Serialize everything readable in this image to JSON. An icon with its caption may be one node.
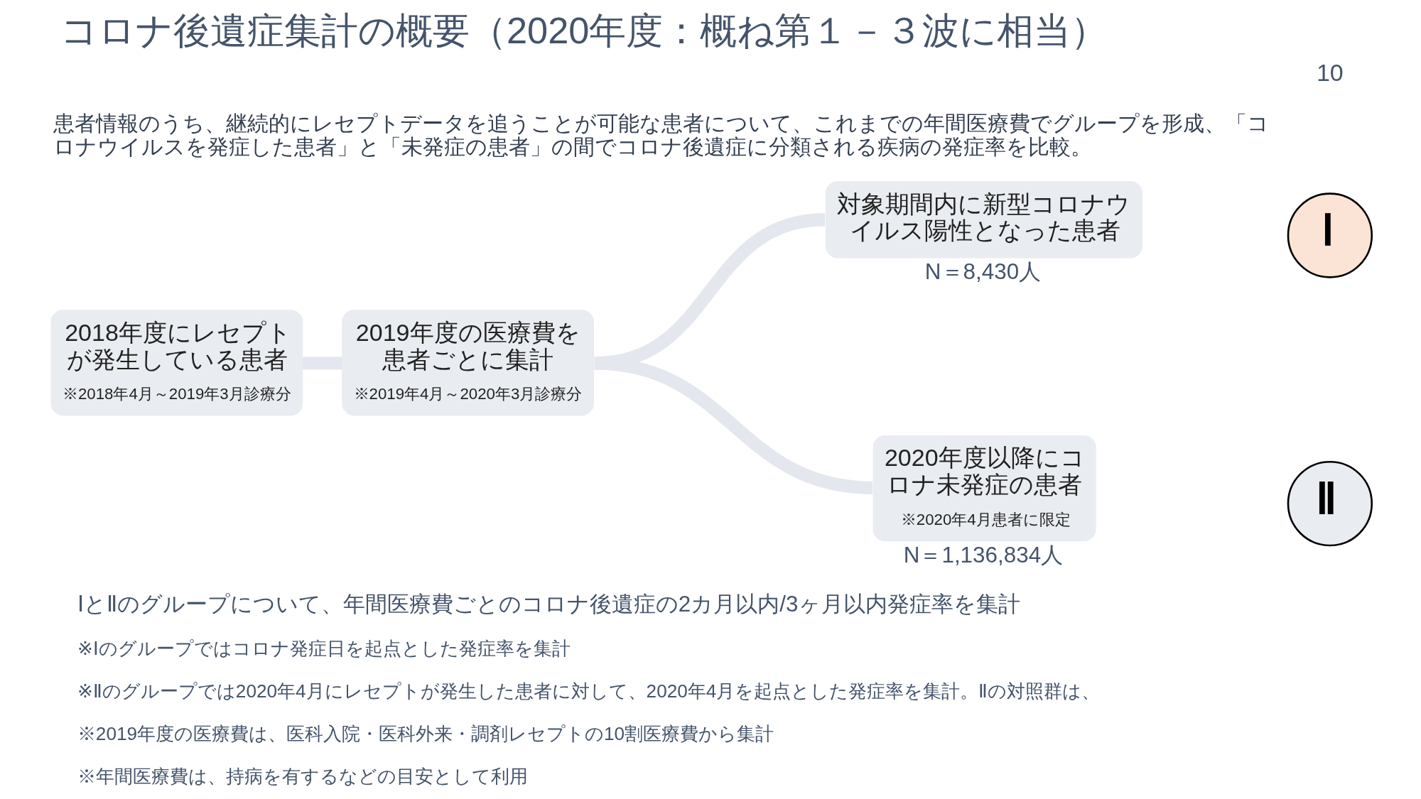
{
  "diagram": {
    "title": "コロナ後遺症集計の概要（2020年度：概ね第１－３波に相当）",
    "nodes": [
      {
        "text": [
          "2018年度にレセプトが発生している患者",
          "※2018年4月～2019年3月診療分"
        ]
      },
      {
        "text": [
          "2019年度の医療費を患者ごとに集計",
          "※2019年4月～2020年3月診療分"
        ]
      },
      {
        "text": [
          "対象期間内に新型コロナウイルス陽性となった患者"
        ],
        "beside": [
          "N＝8,430人"
        ]
      },
      {
        "text": [
          "2020年度以降にコロナ未発症の患者",
          "※2020年4月患者に限定"
        ],
        "beside": [
          "N＝1,136,834人"
        ]
      },
      {
        "text": [
          "Ⅰ"
        ]
      },
      {
        "text": [
          "Ⅱ"
        ]
      }
    ],
    "edges": [
      {
        "from": 0,
        "to": 1,
        "arrow": "none"
      },
      {
        "from": 1,
        "to": 2,
        "arrow": "none"
      },
      {
        "from": 1,
        "to": 3,
        "arrow": "none"
      }
    ],
    "labels": [
      "10",
      "患者情報のうち、継続的にレセプトデータを追うことが可能な患者について、これまでの年間医療費でグループを形成、「コロナウイルスを発症した患者」と「未発症の患者」の間でコロナ後遺症に分類される疾病の発症率を比較。",
      "ⅠとⅡのグループについて、年間医療費ごとのコロナ後遺症の2カ月以内/3ヶ月以内発症率を集計",
      "※Ⅰのグループではコロナ発症日を起点とした発症率を集計",
      "※Ⅱのグループでは2020年4月にレセプトが発生した患者に対して、2020年4月を起点とした発症率を集計。Ⅱの対照群は、",
      "※2019年度の医療費は、医科入院・医科外来・調剤レセプトの10割医療費から集計",
      "※年間医療費は、持病を有するなどの目安として利用"
    ]
  }
}
